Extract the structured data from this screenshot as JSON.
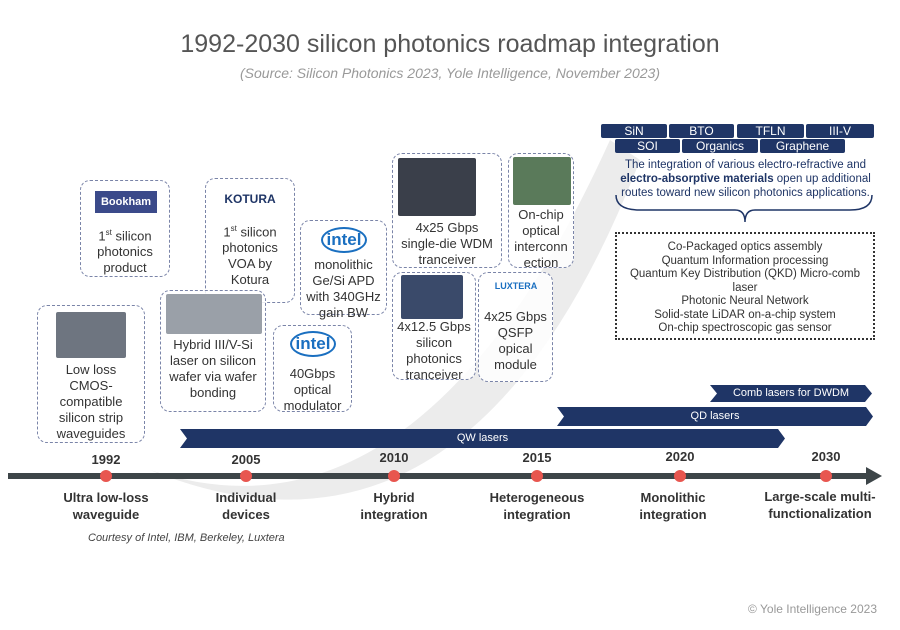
{
  "title": "1992-2030 silicon photonics roadmap integration",
  "subtitle": "(Source: Silicon Photonics 2023, Yole Intelligence, November 2023)",
  "materials": [
    "SiN",
    "BTO",
    "TFLN",
    "III-V",
    "SOI",
    "Organics",
    "Graphene"
  ],
  "materials_text": {
    "pre": "The integration of various electro-refractive and ",
    "bold": "electro-absorptive materials",
    "post": " open up additional routes toward new silicon photonics applications."
  },
  "applications": [
    "Co-Packaged optics assembly",
    "Quantum Information processing",
    "Quantum Key Distribution (QKD) Micro-comb laser",
    "Photonic Neural Network",
    "Solid-state LiDAR on-a-chip system",
    "On-chip spectroscopic gas sensor"
  ],
  "milestones": {
    "bookham": {
      "logo": "Bookham",
      "sup": "st",
      "text1": "1",
      "text2": " silicon photonics product"
    },
    "kotura": {
      "logo": "KOTURA",
      "text1": "1",
      "sup": "st",
      "text2": " silicon photonics VOA by Kotura"
    },
    "ibm_wg": {
      "text": "Low loss CMOS-compatible silicon strip waveguides"
    },
    "hybrid": {
      "text": "Hybrid III/V-Si laser on silicon wafer via wafer bonding"
    },
    "apd": {
      "logo": "intel",
      "text": "monolithic Ge/Si APD with 340GHz gain BW"
    },
    "mod": {
      "logo": "intel",
      "text": "40Gbps optical modulator"
    },
    "wdm": {
      "text": "4x25 Gbps single-die WDM tranceiver"
    },
    "onchip": {
      "text": "On-chip optical interconn ection"
    },
    "tx125": {
      "text": "4x12.5 Gbps silicon photonics tranceiver"
    },
    "luxtera": {
      "logo": "LUXTERA",
      "text": "4x25 Gbps QSFP opical module"
    }
  },
  "lasers": {
    "comb": "Comb lasers for DWDM",
    "qd": "QD lasers",
    "qw": "QW lasers"
  },
  "timeline": [
    {
      "year": "1992",
      "stage": "Ultra low-loss waveguide"
    },
    {
      "year": "2005",
      "stage": "Individual devices"
    },
    {
      "year": "2010",
      "stage": "Hybrid integration"
    },
    {
      "year": "2015",
      "stage": "Heterogeneous integration"
    },
    {
      "year": "2020",
      "stage": "Monolithic integration"
    },
    {
      "year": "2030",
      "stage": "Large-scale multi-functionalization"
    }
  ],
  "courtesy": "Courtesy of Intel, IBM, Berkeley, Luxtera",
  "copyright": "© Yole Intelligence 2023",
  "colors": {
    "navy": "#1f3566",
    "dot": "#e8564f",
    "axis": "#3d4548"
  }
}
